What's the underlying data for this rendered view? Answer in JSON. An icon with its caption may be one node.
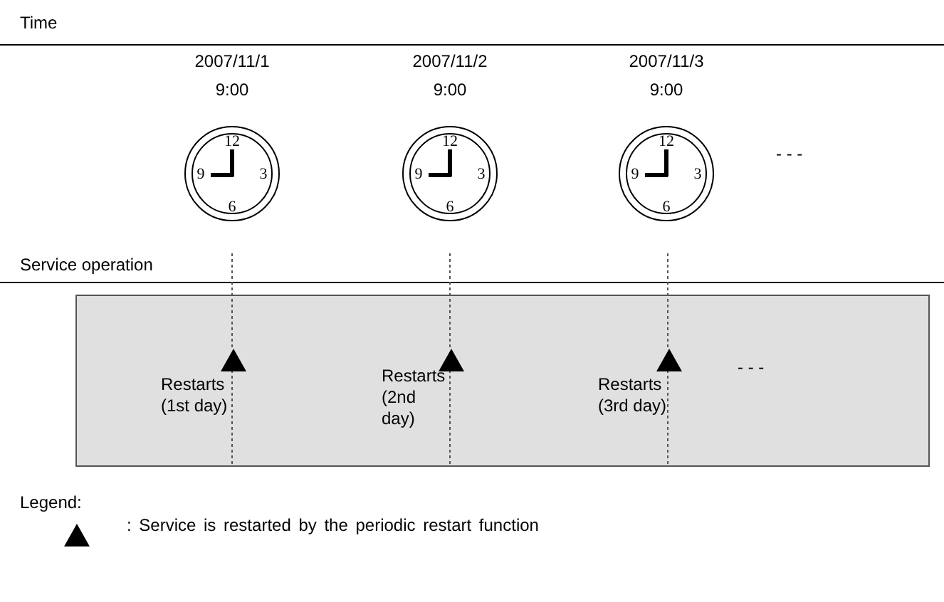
{
  "diagram": {
    "nodes": [
      {
        "text": [
          "2007/11/1",
          "9:00",
          "12",
          "9",
          "3",
          "6"
        ]
      },
      {
        "text": [
          "2007/11/2",
          "9:00",
          "12",
          "9",
          "3",
          "6"
        ]
      },
      {
        "text": [
          "2007/11/3",
          "9:00",
          "12",
          "9",
          "3",
          "6"
        ]
      },
      {
        "text": [],
        "shape": "box"
      },
      {
        "text": [],
        "shape": "triangle",
        "in": 3,
        "beside": [
          "Restarts (1st day)"
        ]
      },
      {
        "text": [],
        "shape": "triangle",
        "in": 3,
        "beside": [
          "Restarts (2nd day)"
        ]
      },
      {
        "text": [],
        "shape": "triangle",
        "in": 3,
        "beside": [
          "Restarts (3rd day)"
        ]
      }
    ],
    "edges": [
      {
        "from": 0,
        "to": 4,
        "arrow": "none",
        "style": "dashed"
      },
      {
        "from": 1,
        "to": 5,
        "arrow": "none",
        "style": "dashed"
      },
      {
        "from": 2,
        "to": 6,
        "arrow": "none",
        "style": "dashed"
      }
    ],
    "labels": [
      "Time",
      "- - -",
      "Service operation",
      "- - -",
      "Legend:"
    ],
    "legend": [
      {
        "text": ": Service is restarted by the periodic restart function"
      }
    ]
  }
}
